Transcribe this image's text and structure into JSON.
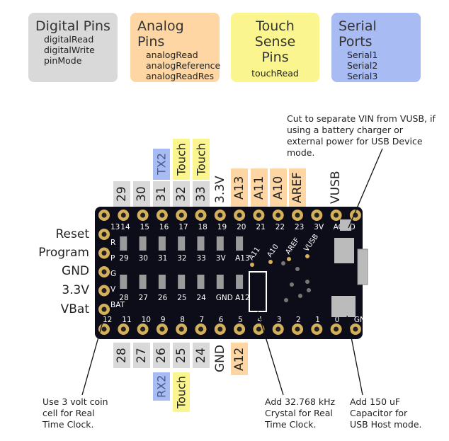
{
  "legend": {
    "digital": {
      "title": "Digital Pins",
      "functions": [
        "digitalRead",
        "digitalWrite",
        "pinMode"
      ],
      "color": "#d9d9d9"
    },
    "analog": {
      "title": "Analog Pins",
      "functions": [
        "analogRead",
        "analogReference",
        "analogReadRes"
      ],
      "color": "#fdd6a3"
    },
    "touch": {
      "title_line1": "Touch Sense",
      "title_line2": "Pins",
      "functions": [
        "touchRead"
      ],
      "color": "#fbf58f"
    },
    "serial": {
      "title": "Serial Ports",
      "functions": [
        "Serial1",
        "Serial2",
        "Serial3"
      ],
      "color": "#a8bbf2"
    }
  },
  "top_labels": {
    "row1": [
      "29",
      "30",
      "31",
      "32",
      "33",
      "3.3V",
      "A13",
      "A11",
      "A10",
      "AREF",
      "VUSB"
    ],
    "row2": [
      "TX2",
      "Touch",
      "Touch"
    ]
  },
  "bottom_labels": {
    "row1": [
      "28",
      "27",
      "26",
      "25",
      "24",
      "GND",
      "A12"
    ],
    "row2": [
      "RX2",
      "Touch"
    ]
  },
  "side_labels": [
    "Reset",
    "Program",
    "GND",
    "3.3V",
    "VBat"
  ],
  "board": {
    "top_pins": [
      "14",
      "15",
      "16",
      "17",
      "18",
      "19",
      "20",
      "21",
      "22",
      "23",
      "3V",
      "AGND"
    ],
    "pad_row_a": [
      "29",
      "30",
      "31",
      "32",
      "33",
      "3V",
      "A13"
    ],
    "pad_row_b": [
      "28",
      "27",
      "26",
      "25",
      "24",
      "GND",
      "A12"
    ],
    "bottom_pins": [
      "12",
      "11",
      "10",
      "9",
      "8",
      "7",
      "6",
      "5",
      "4",
      "3",
      "2",
      "1",
      "0",
      "GND"
    ],
    "left_pins": [
      "13",
      "R",
      "P",
      "G",
      "V",
      "BAT"
    ],
    "analog_pads": [
      "A11",
      "A10",
      "AREF",
      "VUSB"
    ]
  },
  "notes": {
    "cut": "Cut to separate VIN from VUSB, if using a battery charger or external power for USB Device mode.",
    "coin": "Use 3 volt coin cell for Real Time Clock.",
    "crystal": "Add 32.768 kHz Crystal for Real Time Clock.",
    "capacitor": "Add 150 uF Capacitor for USB Host mode."
  },
  "colors": {
    "board": "#0d0d1a",
    "gold": "#d4b05a",
    "gray": "#d9d9d9",
    "orange": "#fdd6a3",
    "yellow": "#fbf58f",
    "blue": "#a8bbf2"
  }
}
